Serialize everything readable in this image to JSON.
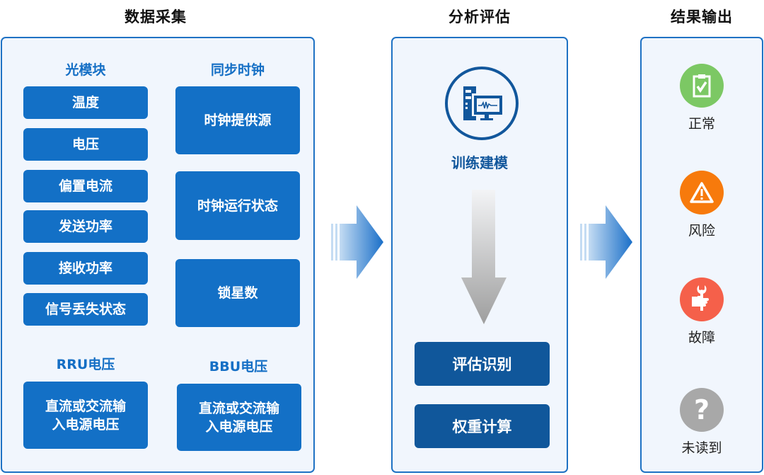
{
  "columns": {
    "collect": {
      "title": "数据采集",
      "groups": {
        "optical": {
          "title": "光模块",
          "items": [
            "温度",
            "电压",
            "偏置电流",
            "发送功率",
            "接收功率",
            "信号丢失状态"
          ]
        },
        "clock": {
          "title": "同步时钟",
          "items": [
            "时钟提供源",
            "时钟运行状态",
            "锁星数"
          ]
        },
        "rru": {
          "title": "RRU电压",
          "item_line1": "直流或交流输",
          "item_line2": "入电源电压"
        },
        "bbu": {
          "title": "BBU电压",
          "item_line1": "直流或交流输",
          "item_line2": "入电源电压"
        }
      }
    },
    "analyze": {
      "title": "分析评估",
      "model_label": "训练建模",
      "steps": [
        "评估识别",
        "权重计算"
      ]
    },
    "output": {
      "title": "结果输出",
      "results": [
        {
          "label": "正常",
          "icon": "clipboard-check-icon",
          "color": "#7cc864"
        },
        {
          "label": "风险",
          "icon": "warning-triangle-icon",
          "color": "#f77a0c"
        },
        {
          "label": "故障",
          "icon": "wrench-hand-icon",
          "color": "#f5604a"
        },
        {
          "label": "未读到",
          "icon": "question-mark-icon",
          "color": "#a8a8a8",
          "glyph": "?"
        }
      ]
    }
  },
  "colors": {
    "primary": "#1370c6",
    "dark": "#10579b",
    "panel_bg": "#f1f6fd",
    "border": "#1f72c4"
  }
}
